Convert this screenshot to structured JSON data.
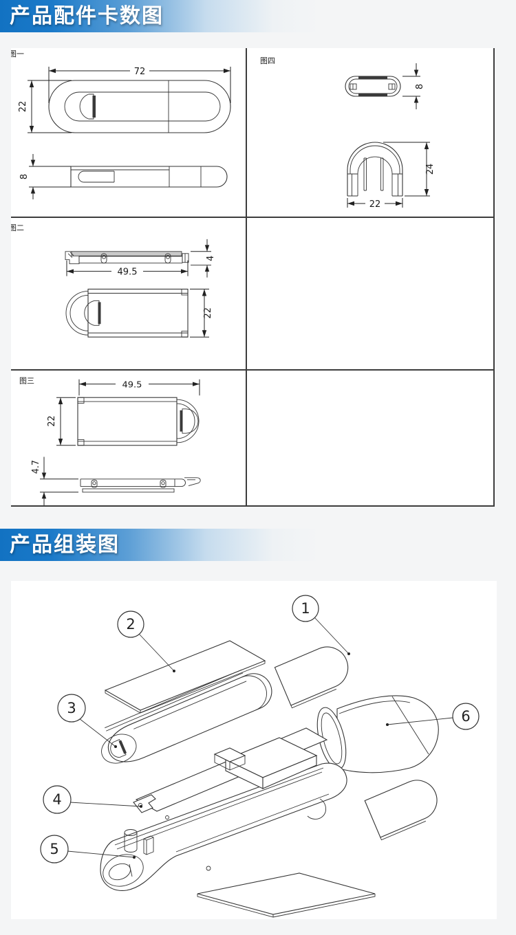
{
  "banner1": {
    "title": "产品配件卡数图"
  },
  "banner2": {
    "title": "产品组装图"
  },
  "figures": {
    "fig1": {
      "label": "图一",
      "dim_length": "72",
      "dim_width": "22",
      "dim_thickness": "8"
    },
    "fig2": {
      "label": "图二",
      "dim_length": "49.5",
      "dim_thickness": "4",
      "dim_width": "22"
    },
    "fig3": {
      "label": "图三",
      "dim_length": "49.5",
      "dim_width": "22",
      "dim_thickness": "4.7"
    },
    "fig4": {
      "label": "图四",
      "dim_thickness": "8",
      "dim_height": "24",
      "dim_width": "22"
    }
  },
  "assembly": {
    "balloons": [
      "1",
      "2",
      "3",
      "4",
      "5",
      "6"
    ]
  },
  "colors": {
    "banner_blue": "#1576c6",
    "drawing_line": "#333333",
    "page_bg": "#f4f5f6",
    "panel_bg": "#ffffff",
    "grid_line": "#3c3c3c"
  }
}
